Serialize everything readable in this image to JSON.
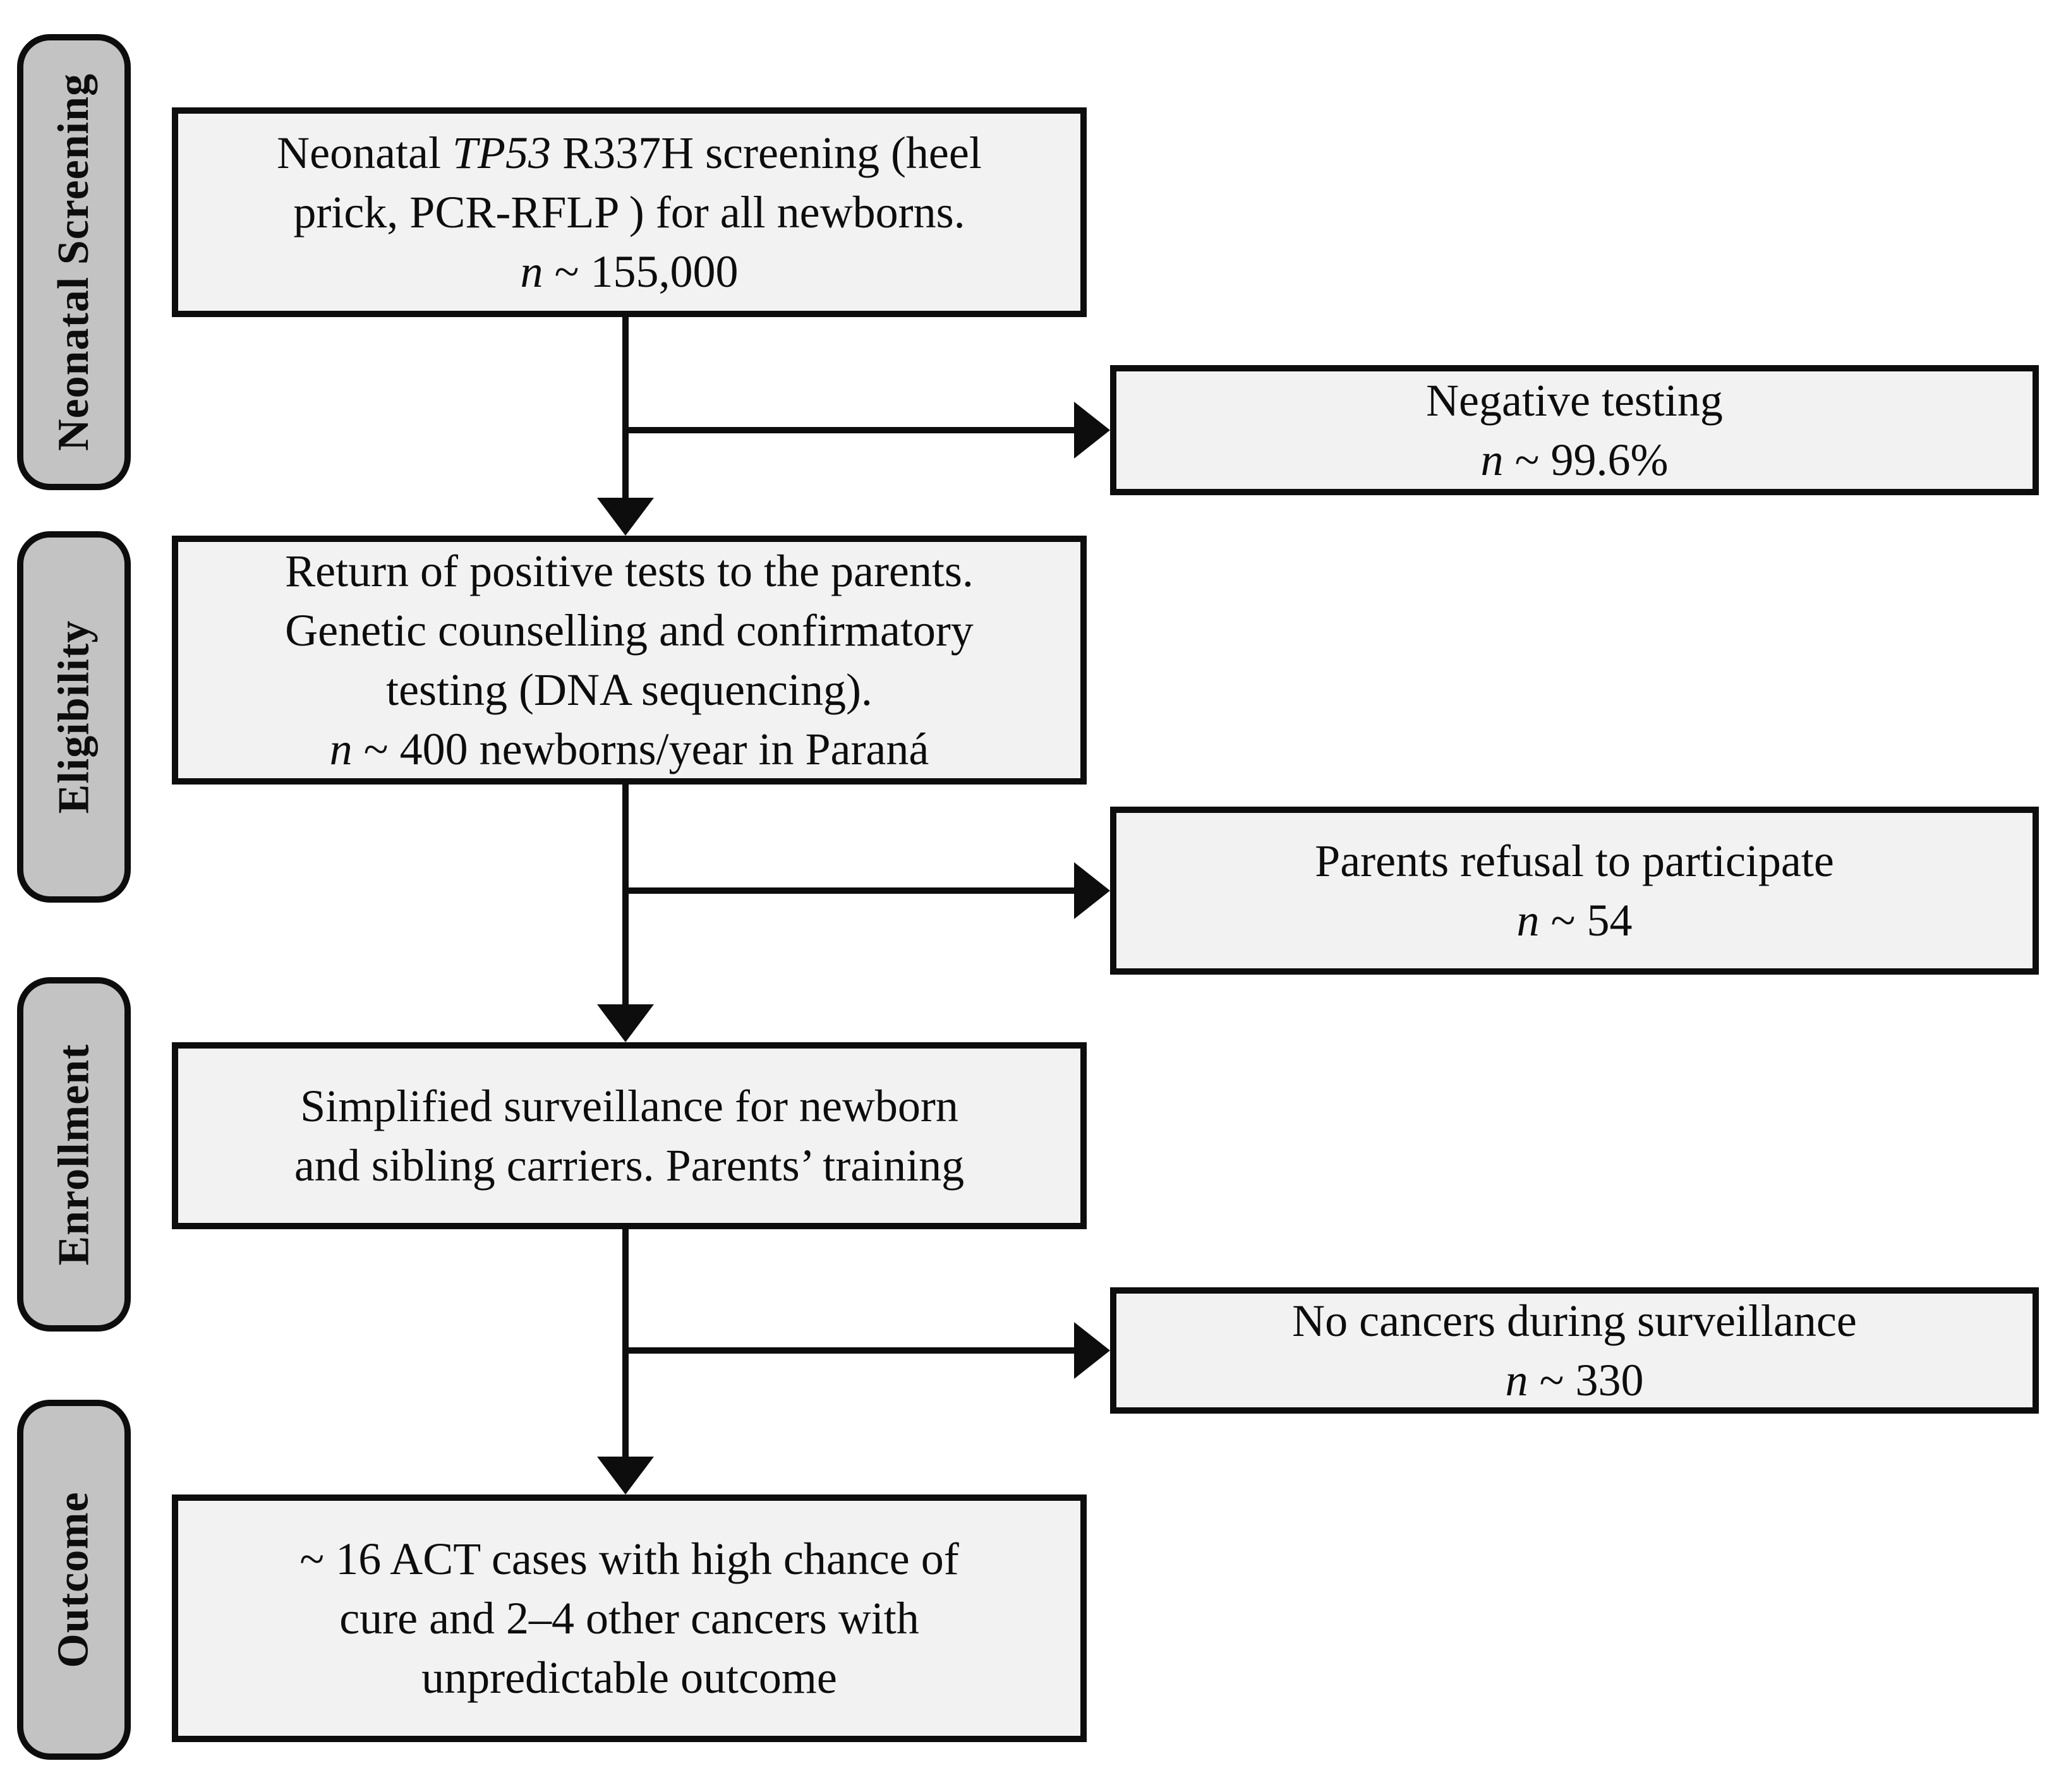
{
  "colors": {
    "background": "#ffffff",
    "box_fill": "#f2f2f2",
    "stage_fill": "#c3c3c3",
    "line_color": "#0d0d0d",
    "text_color": "#0d0d0d"
  },
  "flow": {
    "stages": [
      {
        "label": "Neonatal Screening"
      },
      {
        "label": "Eligibility"
      },
      {
        "label": "Enrollment"
      },
      {
        "label": "Outcome"
      }
    ],
    "main": [
      {
        "name": "neonatal-screening-box",
        "lines": [
          [
            {
              "t": "Neonatal "
            },
            {
              "t": "TP53",
              "i": true
            },
            {
              "t": " R337H screening (heel"
            }
          ],
          [
            {
              "t": "prick, PCR-RFLP ) for all newborns."
            }
          ],
          [
            {
              "t": "n",
              "i": true
            },
            {
              "t": " ~ 155,000"
            }
          ]
        ]
      },
      {
        "name": "eligibility-box",
        "lines": [
          [
            {
              "t": "Return of positive tests to the parents."
            }
          ],
          [
            {
              "t": "Genetic counselling and confirmatory"
            }
          ],
          [
            {
              "t": "testing (DNA sequencing)."
            }
          ],
          [
            {
              "t": "n",
              "i": true
            },
            {
              "t": " ~ 400 newborns/year in Paraná"
            }
          ]
        ]
      },
      {
        "name": "enrollment-box",
        "lines": [
          [
            {
              "t": "Simplified surveillance for newborn"
            }
          ],
          [
            {
              "t": "and sibling carriers. Parents’ training"
            }
          ]
        ]
      },
      {
        "name": "outcome-box",
        "lines": [
          [
            {
              "t": "~ 16 ACT cases with high chance of"
            }
          ],
          [
            {
              "t": "cure and 2–4 other cancers with"
            }
          ],
          [
            {
              "t": "unpredictable outcome"
            }
          ]
        ]
      }
    ],
    "side": [
      {
        "name": "negative-testing-box",
        "lines": [
          [
            {
              "t": "Negative testing"
            }
          ],
          [
            {
              "t": "n",
              "i": true
            },
            {
              "t": " ~ 99.6%"
            }
          ]
        ]
      },
      {
        "name": "parents-refusal-box",
        "lines": [
          [
            {
              "t": "Parents refusal to participate"
            }
          ],
          [
            {
              "t": "n",
              "i": true
            },
            {
              "t": " ~ 54"
            }
          ]
        ]
      },
      {
        "name": "no-cancers-box",
        "lines": [
          [
            {
              "t": "No cancers during surveillance"
            }
          ],
          [
            {
              "t": "n",
              "i": true
            },
            {
              "t": " ~ 330"
            }
          ]
        ]
      }
    ]
  }
}
